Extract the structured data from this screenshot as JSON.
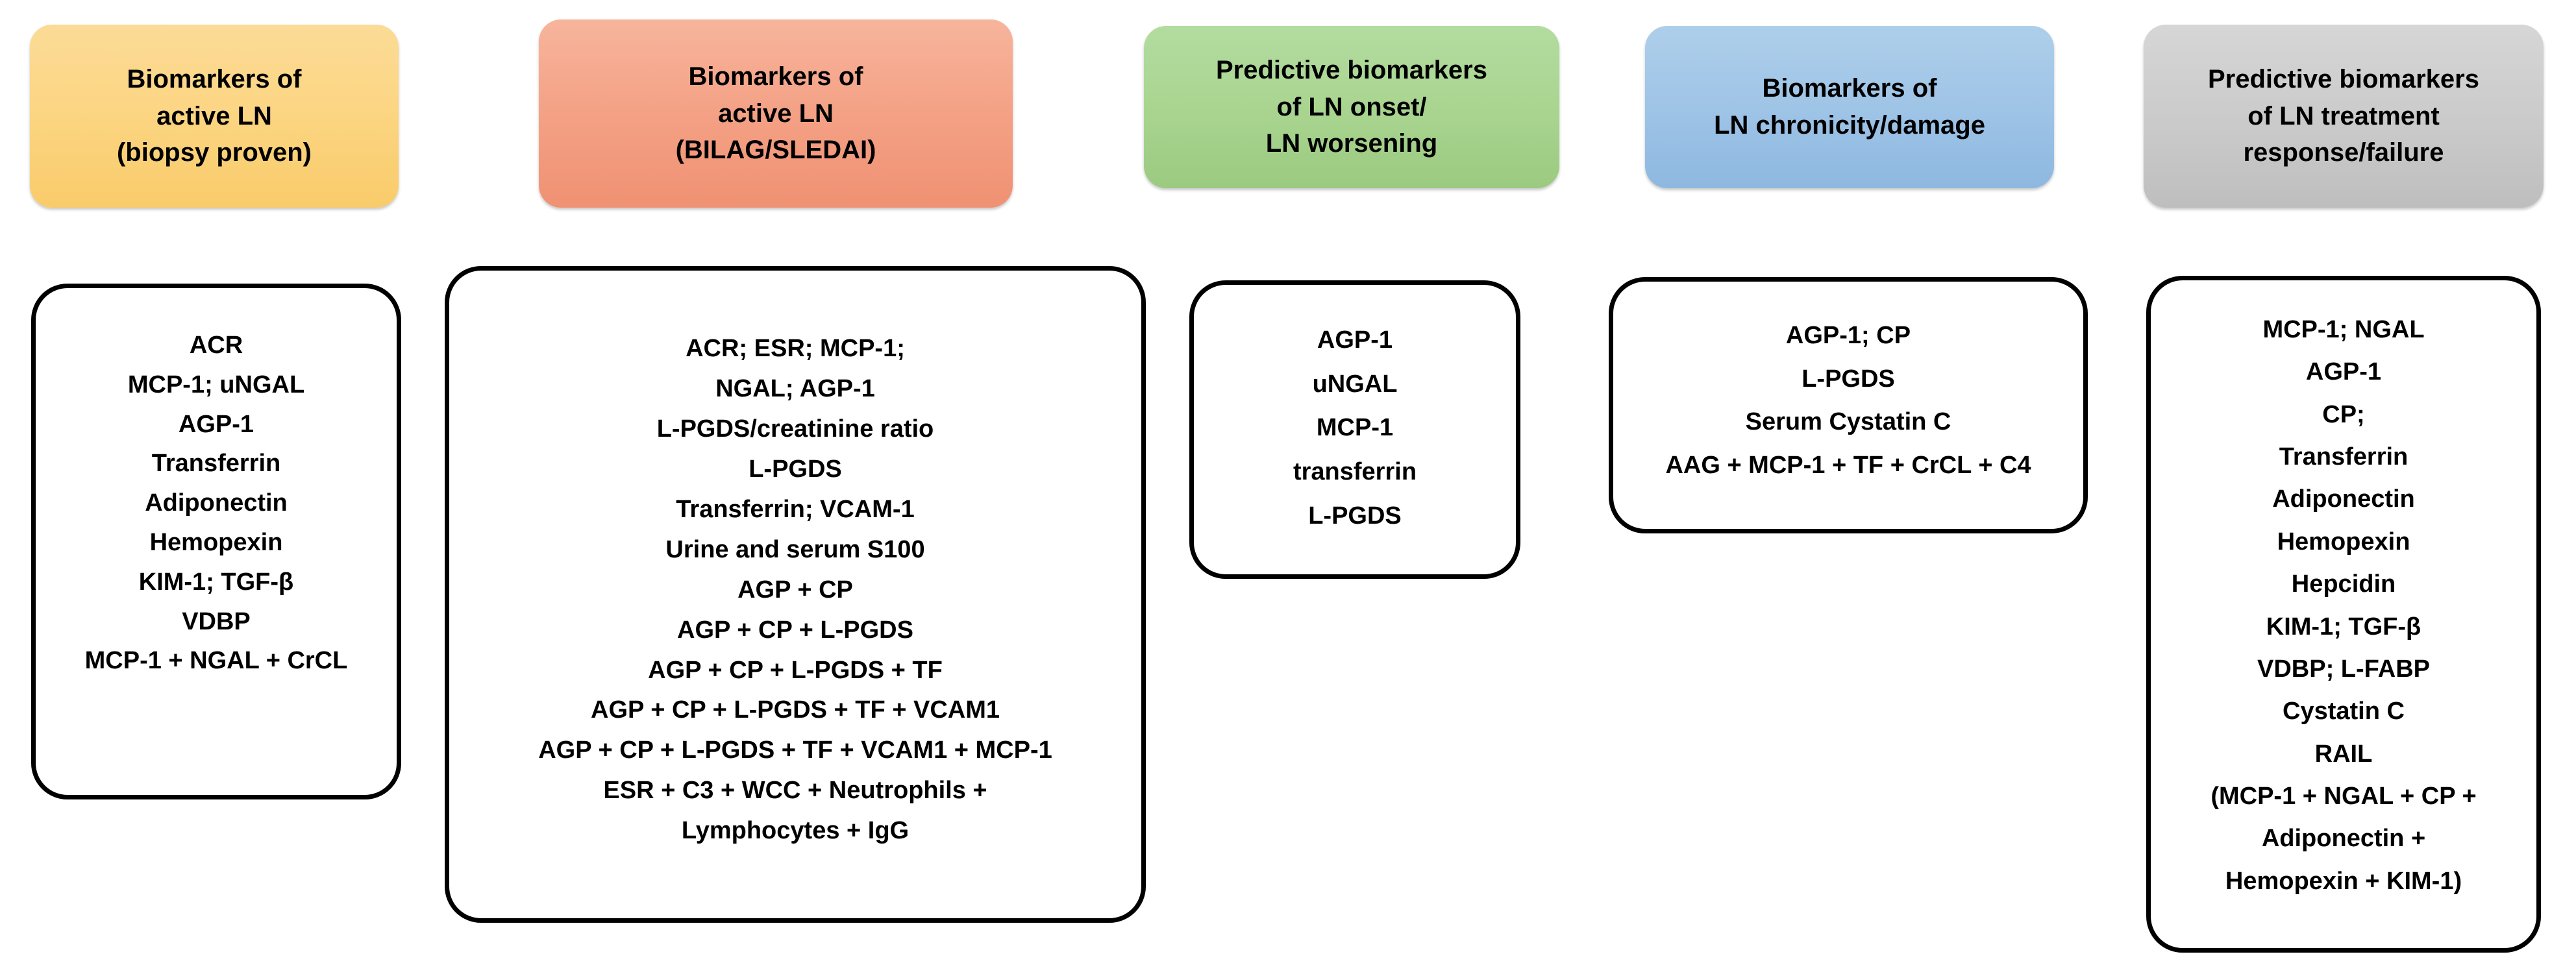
{
  "figure": {
    "type": "category-column-diagram",
    "column_count": 5,
    "colors": {
      "col1_header_bg": "#FCD684",
      "col2_header_bg": "#F4A185",
      "col3_header_bg": "#A8D48F",
      "col4_header_bg": "#9DC3E6",
      "col5_header_bg": "#CACACA",
      "content_border": "#000000",
      "content_bg": "#FFFFFF",
      "text": "#000000"
    }
  },
  "columns": [
    {
      "id": "col1",
      "header_lines": [
        "Biomarkers of",
        "active LN",
        "(biopsy proven)"
      ],
      "items": [
        "ACR",
        "MCP-1; uNGAL",
        "AGP-1",
        "Transferrin",
        "Adiponectin",
        "Hemopexin",
        "KIM-1; TGF-β",
        "VDBP",
        "MCP-1 + NGAL + CrCL"
      ]
    },
    {
      "id": "col2",
      "header_lines": [
        "Biomarkers of",
        "active LN",
        "(BILAG/SLEDAI)"
      ],
      "items": [
        "ACR; ESR; MCP-1;",
        "NGAL; AGP-1",
        "L-PGDS/creatinine ratio",
        "L-PGDS",
        "Transferrin; VCAM-1",
        "Urine and serum S100",
        "AGP + CP",
        "AGP + CP + L-PGDS",
        "AGP + CP + L-PGDS + TF",
        "AGP + CP + L-PGDS + TF + VCAM1",
        "AGP + CP + L-PGDS + TF + VCAM1 + MCP-1",
        "ESR + C3 + WCC + Neutrophils +",
        "Lymphocytes + IgG"
      ]
    },
    {
      "id": "col3",
      "header_lines": [
        "Predictive biomarkers",
        "of LN onset/",
        "LN worsening"
      ],
      "items": [
        "AGP-1",
        "uNGAL",
        "MCP-1",
        "transferrin",
        "L-PGDS"
      ]
    },
    {
      "id": "col4",
      "header_lines": [
        "Biomarkers of",
        "LN chronicity/damage"
      ],
      "items": [
        "AGP-1;  CP",
        "L-PGDS",
        "Serum Cystatin C",
        "AAG + MCP-1 + TF + CrCL + C4"
      ]
    },
    {
      "id": "col5",
      "header_lines": [
        "Predictive biomarkers",
        "of LN treatment",
        "response/failure"
      ],
      "items": [
        "MCP-1; NGAL",
        "AGP-1",
        "CP;",
        "Transferrin",
        "Adiponectin",
        "Hemopexin",
        "Hepcidin",
        "KIM-1; TGF-β",
        "VDBP; L-FABP",
        "Cystatin C",
        "RAIL",
        "(MCP-1 + NGAL + CP +",
        "Adiponectin +",
        "Hemopexin + KIM-1)"
      ]
    }
  ]
}
